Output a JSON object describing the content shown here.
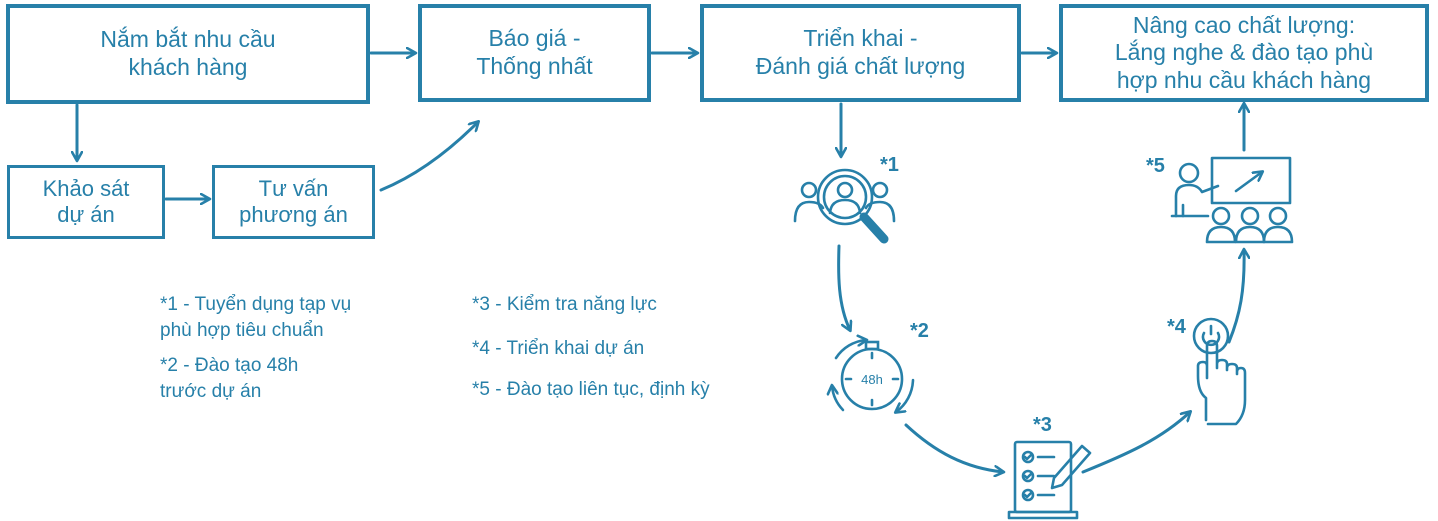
{
  "colors": {
    "accent": "#2780a9",
    "background": "#ffffff"
  },
  "boxes": {
    "needs": "Nắm bắt nhu cầu\nkhách hàng",
    "quote": "Báo giá -\nThống nhất",
    "deploy": "Triển khai -\nĐánh giá chất lượng",
    "improve": "Nâng cao chất lượng:\nLắng nghe & đào tạo phù\nhợp  nhu cầu khách hàng",
    "survey": "Khảo sát\ndự án",
    "advise": "Tư vấn\nphương án"
  },
  "steps": {
    "s1": {
      "mark": "*1",
      "icon": "search-people-icon"
    },
    "s2": {
      "mark": "*2",
      "icon": "stopwatch-48h-icon",
      "label": "48h"
    },
    "s3": {
      "mark": "*3",
      "icon": "checklist-icon"
    },
    "s4": {
      "mark": "*4",
      "icon": "hand-power-button-icon"
    },
    "s5": {
      "mark": "*5",
      "icon": "training-presentation-icon"
    }
  },
  "legend": {
    "n1": "*1 - Tuyển dụng tạp vụ\nphù hợp tiêu chuẩn",
    "n2": "*2 - Đào tạo 48h\ntrước dự án",
    "n3": "*3 - Kiểm tra năng lực",
    "n4": "*4 - Triển khai dự án",
    "n5": "*5  - Đào tạo liên tục, định kỳ"
  }
}
